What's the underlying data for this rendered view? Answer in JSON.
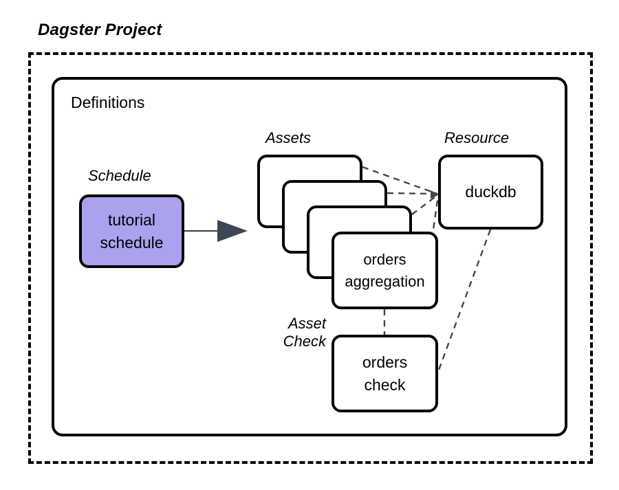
{
  "diagram": {
    "title": "Dagster Project",
    "container_label": "Definitions",
    "groups": {
      "schedule": "Schedule",
      "assets": "Assets",
      "resource": "Resource",
      "asset_check": "Asset\nCheck"
    },
    "nodes": {
      "schedule": {
        "line1": "tutorial",
        "line2": "schedule",
        "fill": "#aaa1ef"
      },
      "asset_front": {
        "line1": "orders",
        "line2": "aggregation",
        "fill": "#ffffff"
      },
      "asset_back_1": {
        "line1": "",
        "line2": "",
        "fill": "#ffffff"
      },
      "asset_back_2": {
        "line1": "",
        "line2": "",
        "fill": "#ffffff"
      },
      "asset_back_3": {
        "line1": "",
        "line2": "",
        "fill": "#ffffff"
      },
      "resource": {
        "line1": "duckdb",
        "line2": "",
        "fill": "#ffffff"
      },
      "asset_check": {
        "line1": "orders",
        "line2": "check",
        "fill": "#ffffff"
      }
    },
    "colors": {
      "stroke": "#000000",
      "schedule_fill": "#aaa1ef",
      "arrow": "#3d4854",
      "dashed_connector": "#3d4854",
      "background": "#ffffff"
    }
  }
}
